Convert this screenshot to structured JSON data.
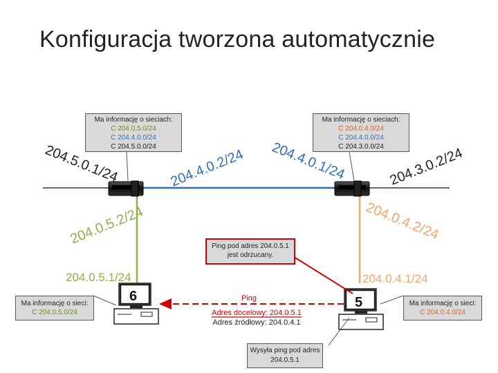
{
  "title": "Konfiguracja tworzona automatycznie",
  "router_left_info": {
    "header": "Ma informację o sieciach:",
    "rows": [
      "C 204.0.5.0/24",
      "C 204.4.0.0/24",
      "C 204.5.0.0/24"
    ]
  },
  "router_right_info": {
    "header": "Ma informację o sieciach:",
    "rows": [
      "C 204.0.4.0/24",
      "C 204.4.0.0/24",
      "C 204.3.0.0/24"
    ]
  },
  "ip_labels": {
    "left_outer": "204.5.0.1/24",
    "left_wan": "204.4.0.2/24",
    "right_wan": "204.4.0.1/24",
    "right_outer": "204.3.0.2/24",
    "left_lan": "204.0.5.2/24",
    "right_lan": "204.0.4.2/24",
    "host6_ip": "204.0.5.1/24",
    "host5_ip": "204.0.4.1/24"
  },
  "host6_info": {
    "header": "Ma informację o sieci:",
    "row": "C 204.0.5.0/24"
  },
  "host5_info": {
    "header": "Ma informację o sieci:",
    "row": "C 204.0.4.0/24"
  },
  "host6_number": "6",
  "host5_number": "5",
  "drop_callout": {
    "line1": "Ping pod adres 204.0.5.1",
    "line2": "jest odrzucany."
  },
  "ping_labels": {
    "ping": "Ping",
    "dest": "Adres docelowy: 204.0.5.1",
    "src": "Adres źródłowy: 204.0.4.1"
  },
  "send_box": {
    "line1": "Wysyła ping pod adres",
    "line2": "204.0.5.1"
  },
  "colors": {
    "green": "#8fb04a",
    "blue": "#2e6fb8",
    "orange": "#f2a66a",
    "red": "#d10000"
  }
}
